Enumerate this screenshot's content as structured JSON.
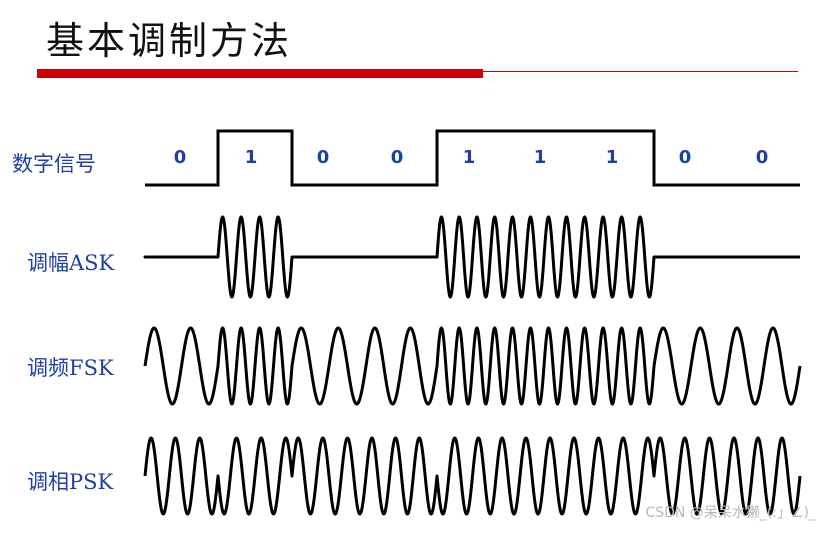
{
  "title": "基本调制方法",
  "colors": {
    "accent": "#cc0000",
    "label": "#1f3fa6",
    "bit": "#1f3fa6",
    "wave": "#000000"
  },
  "rows": {
    "digital": {
      "label": "数字信号"
    },
    "ask": {
      "label": "调幅ASK"
    },
    "fsk": {
      "label": "调频FSK"
    },
    "psk": {
      "label": "调相PSK"
    }
  },
  "bits": [
    "0",
    "1",
    "0",
    "0",
    "1",
    "1",
    "1",
    "0",
    "0"
  ],
  "watermark": "CSDN @呆呆水獭_(:」∠)_"
}
